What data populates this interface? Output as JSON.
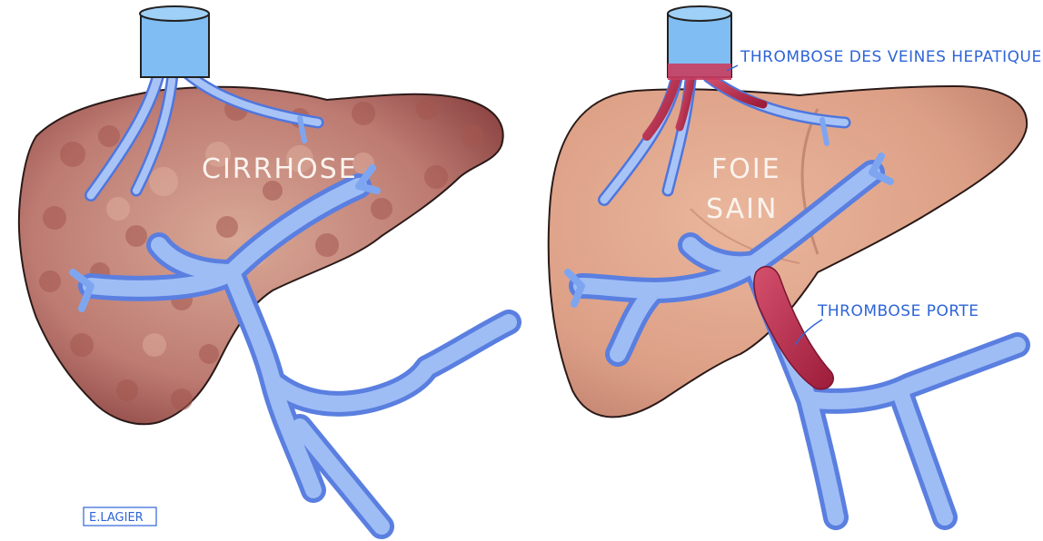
{
  "labels": {
    "cirrhose": "CIRRHOSE",
    "foie_line1": "FOIE",
    "foie_line2": "SAIN",
    "thrombose_veines": "THROMBOSE DES VEINES HEPATIQUES",
    "thrombose_porte": "THROMBOSE PORTE"
  },
  "signature": "E.LAGIER",
  "colors": {
    "vein_blue": "#7ea6f0",
    "vein_dark": "#5b7fe0",
    "label_blue": "#2e64d8",
    "cirrhotic_liver": "#b9736d",
    "healthy_liver": "#e2a98e",
    "thrombus": "#c0304f"
  }
}
